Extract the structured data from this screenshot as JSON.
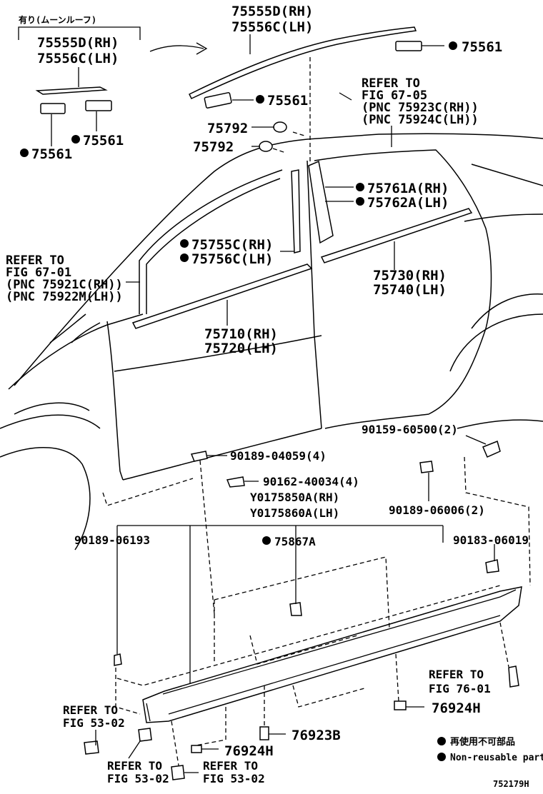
{
  "labels": {
    "sunroof": "有り(ムーンルーフ)",
    "p75555d_a": "75555D(RH)",
    "p75556c_a": "75556C(LH)",
    "p75555d_b": "75555D(RH)",
    "p75556c_b": "75556C(LH)",
    "p75561_a": "75561",
    "p75561_b": "75561",
    "p75561_c": "75561",
    "p75561_d": "75561",
    "refer_6705": [
      "REFER TO",
      "FIG 67-05",
      "(PNC 75923C(RH))",
      "(PNC 75924C(LH))"
    ],
    "refer_6701": [
      "REFER TO",
      "FIG 67-01",
      "(PNC 75921C(RH))",
      "(PNC 75922M(LH))"
    ],
    "p75792_a": "75792",
    "p75792_b": "75792",
    "p75761a": "75761A(RH)",
    "p75762a": "75762A(LH)",
    "p75755c": "75755C(RH)",
    "p75756c": "75756C(LH)",
    "p75730": "75730(RH)",
    "p75740": "75740(LH)",
    "p75710": "75710(RH)",
    "p75720": "75720(LH)",
    "p90159": "90159-60500(2)",
    "p90189_04059": "90189-04059(4)",
    "p90162": "90162-40034(4)",
    "py0175850a": "Y0175850A(RH)",
    "py0175860a": "Y0175860A(LH)",
    "p90189_06006": "90189-06006(2)",
    "p90189_06193": "90189-06193",
    "p75867a": "75867A",
    "p90183_06019": "90183-06019",
    "refer_7601": [
      "REFER TO",
      "FIG 76-01"
    ],
    "refer_5302_a": [
      "REFER TO",
      "FIG 53-02"
    ],
    "refer_5302_b": [
      "REFER TO",
      "FIG 53-02"
    ],
    "refer_5302_c": [
      "REFER TO",
      "FIG 53-02"
    ],
    "p76924h_a": "76924H",
    "p76924h_b": "76924H",
    "p76923b": "76923B"
  },
  "legend": {
    "non_reusable_jp": "再使用不可部品",
    "non_reusable_en": "Non-reusable part"
  },
  "figure_id": "752179H"
}
